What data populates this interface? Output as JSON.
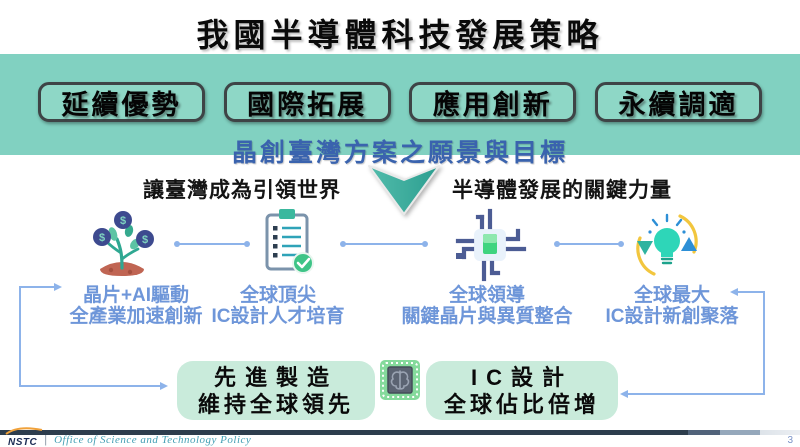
{
  "slide": {
    "title": "我國半導體科技發展策略",
    "page_number": "3"
  },
  "strategies": [
    {
      "label": "延續優勢"
    },
    {
      "label": "國際拓展"
    },
    {
      "label": "應用創新"
    },
    {
      "label": "永續調適"
    }
  ],
  "vision": {
    "heading": "晶創臺灣方案之願景與目標",
    "left_text": "讓臺灣成為引領世界",
    "right_text": "半導體發展的關鍵力量"
  },
  "goals": [
    {
      "icon": "money-plant-icon",
      "line1": "晶片+AI驅動",
      "line2": "全產業加速創新"
    },
    {
      "icon": "checklist-icon",
      "line1": "全球頂尖",
      "line2": "IC設計人才培育"
    },
    {
      "icon": "chip-circuit-icon",
      "line1": "全球領導",
      "line2": "關鍵晶片與異質整合"
    },
    {
      "icon": "lightbulb-cycle-icon",
      "line1": "全球最大",
      "line2": "IC設計新創聚落"
    }
  ],
  "outcomes": [
    {
      "line1": "先進製造",
      "line2": "維持全球領先"
    },
    {
      "line1": "IC設計",
      "line2": "全球佔比倍增"
    }
  ],
  "footer": {
    "logo_text": "NSTC",
    "separator": "|",
    "org_name": "Office of Science and Technology Policy"
  },
  "colors": {
    "banner_teal": "#81d1c1",
    "pill_fill": "#8ed7c6",
    "heading_blue": "#3a63ae",
    "label_blue": "#6e96d9",
    "connector_blue": "#8db3ea",
    "arrow_teal": "#35ab9b",
    "outcome_mint": "#c9ebdb",
    "footer_navy": "#2d3d4d",
    "nstc_orange": "#f0a13a"
  }
}
